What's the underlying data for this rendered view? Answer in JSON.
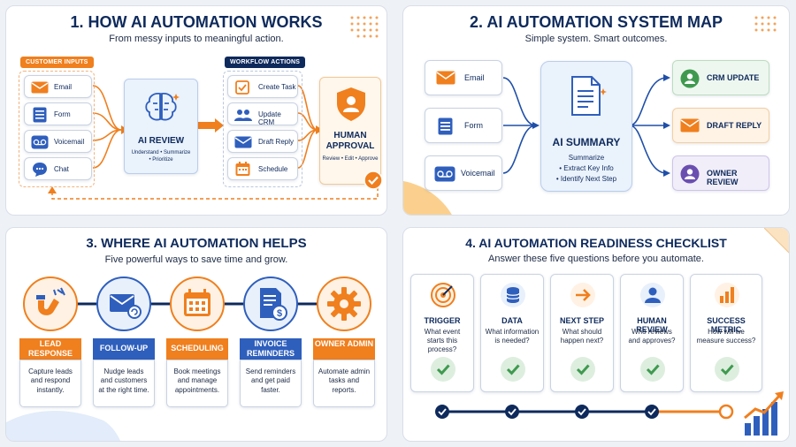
{
  "panel1": {
    "title": "1. HOW AI AUTOMATION WORKS",
    "subtitle": "From messy inputs to meaningful action.",
    "inputs_tag": "CUSTOMER INPUTS",
    "inputs": [
      "Email",
      "Form",
      "Voicemail",
      "Chat"
    ],
    "review_title": "AI REVIEW",
    "review_desc_line1": "Understand • Summarize",
    "review_desc_line2": "• Prioritize",
    "actions_tag": "WORKFLOW ACTIONS",
    "actions": [
      "Create Task",
      "Update CRM",
      "Draft Reply",
      "Schedule"
    ],
    "approval_title_line1": "HUMAN",
    "approval_title_line2": "APPROVAL",
    "approval_desc": "Review • Edit • Approve"
  },
  "panel2": {
    "title": "2. AI AUTOMATION SYSTEM MAP",
    "subtitle": "Simple system. Smart outcomes.",
    "inputs": [
      "Email",
      "Form",
      "Voicemail"
    ],
    "center_title": "AI SUMMARY",
    "center_lines": [
      "Summarize",
      "• Extract Key Info",
      "• Identify Next Step"
    ],
    "outputs": [
      "CRM UPDATE",
      "DRAFT REPLY",
      "OWNER REVIEW"
    ]
  },
  "panel3": {
    "title": "3. WHERE AI AUTOMATION HELPS",
    "subtitle": "Five powerful ways to save time and grow.",
    "items": [
      {
        "label": "LEAD RESPONSE",
        "desc": "Capture leads and respond instantly.",
        "color": "#f07f1e"
      },
      {
        "label": "FOLLOW-UP",
        "desc": "Nudge leads and customers at the right time.",
        "color": "#2f5fbd"
      },
      {
        "label": "SCHEDULING",
        "desc": "Book meetings and manage appointments.",
        "color": "#f07f1e"
      },
      {
        "label": "INVOICE REMINDERS",
        "desc": "Send reminders and get paid faster.",
        "color": "#2f5fbd"
      },
      {
        "label": "OWNER ADMIN",
        "desc": "Automate admin tasks and reports.",
        "color": "#f07f1e"
      }
    ]
  },
  "panel4": {
    "title": "4. AI AUTOMATION READINESS CHECKLIST",
    "subtitle": "Answer these five questions before you automate.",
    "steps": [
      {
        "title": "TRIGGER",
        "question": "What event starts this process?"
      },
      {
        "title": "DATA",
        "question": "What information is needed?"
      },
      {
        "title": "NEXT STEP",
        "question": "What should happen next?"
      },
      {
        "title": "HUMAN REVIEW",
        "question": "Who reviews and approves?"
      },
      {
        "title": "SUCCESS METRIC",
        "question": "How will we measure success?"
      }
    ]
  },
  "colors": {
    "navy": "#0e2a5c",
    "orange": "#f07f1e",
    "blue": "#2f5fbd",
    "green": "#3f9a4f",
    "purple": "#6a4fb0"
  }
}
